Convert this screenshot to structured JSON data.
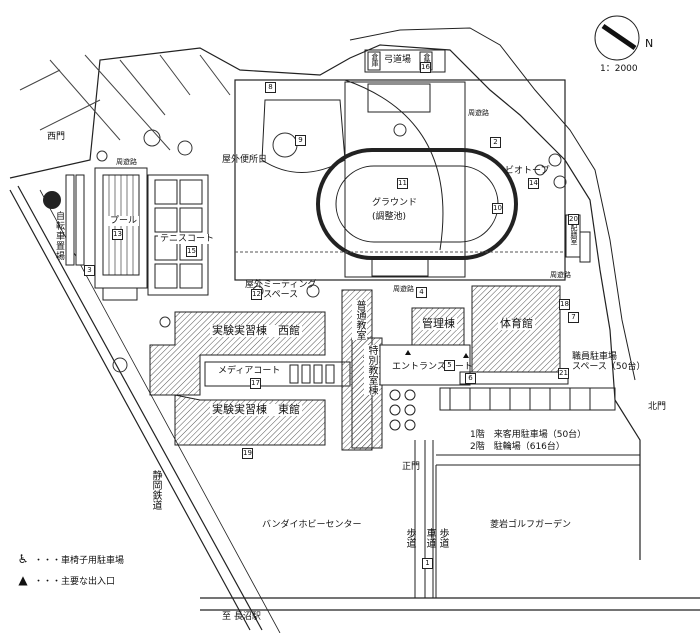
{
  "scale": {
    "text": "1：2000",
    "north_symbol": "N"
  },
  "gates": {
    "west_gate": "西門",
    "north_gate": "北門",
    "main_gate": "正門"
  },
  "areas": {
    "kyudojo": "弓道場",
    "ground": "グラウンド",
    "ground_note": "(調整池)",
    "pool": "プール",
    "tennis_court": "テニスコート",
    "outdoor_toilet": "屋外便所日",
    "outdoor_meeting": "屋外ミーティング\nスペース",
    "biotope": "ビオトープ",
    "bicycle_storage": "自転車置場",
    "practice_west": "実験実習棟　西館",
    "practice_east": "実験実習棟　東館",
    "media_court": "メディアコート",
    "admin": "管理棟",
    "gym": "体育館",
    "entrance_court": "エントランスコート",
    "general_classroom": "普通教室",
    "special_classroom": "特別教室棟",
    "staff_parking": "職員駐車場\nスペース（50台）",
    "visitor_parking_1f": "1階　来客用駐車場（50台）",
    "visitor_parking_2f": "2階　駐輪場（616台）",
    "bandai": "バンダイホビーセンター",
    "golf": "菱岩ゴルフガーデン",
    "railway": "静岡鉄道",
    "to_station": "至 長沼駅",
    "sidewalk": "歩道",
    "roadway": "車道",
    "storage1": "倉庫",
    "storage2": "倉庫",
    "distribution": "配膳室",
    "circ1": "周遊路",
    "circ2": "周遊路",
    "circ3": "周遊路",
    "circ4": "周遊路"
  },
  "numbers": [
    "1",
    "2",
    "3",
    "4",
    "5",
    "6",
    "7",
    "8",
    "9",
    "10",
    "11",
    "12",
    "13",
    "14",
    "15",
    "16",
    "17",
    "18",
    "19",
    "20",
    "21"
  ],
  "legend": [
    {
      "icon": "wheelchair-icon",
      "symbol": "♿",
      "text": "・・・車椅子用駐車場"
    },
    {
      "icon": "triangle-icon",
      "symbol": "▲",
      "text": "・・・主要な出入口"
    }
  ],
  "colors": {
    "line": "#222222",
    "hatch": "#555555",
    "tree": "#333333"
  }
}
